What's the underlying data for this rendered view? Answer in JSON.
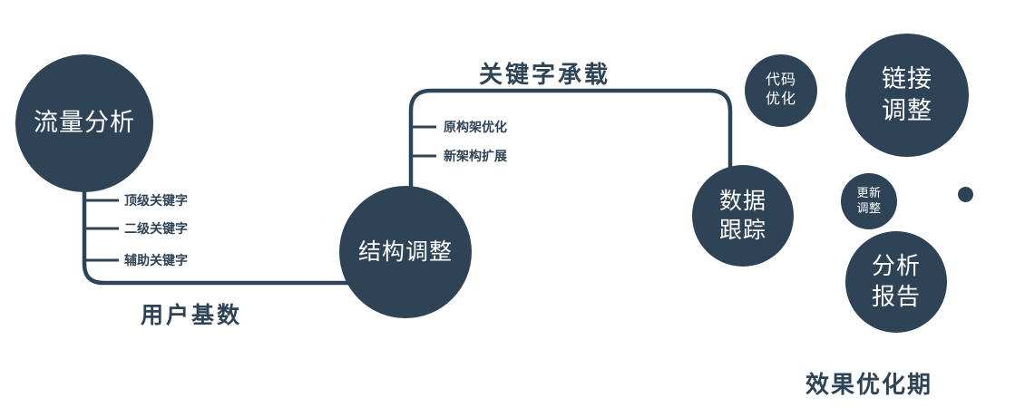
{
  "colors": {
    "accent": "#2e4456",
    "node_text": "#ffffff",
    "background": "#ffffff"
  },
  "nodes": {
    "traffic_analysis": {
      "label": "流量分析"
    },
    "structure_adjustment": {
      "label": "结构调整"
    },
    "data_tracking": {
      "line1": "数据",
      "line2": "跟踪"
    },
    "code_optimization": {
      "line1": "代码",
      "line2": "优化"
    },
    "link_adjustment": {
      "line1": "链接",
      "line2": "调整"
    },
    "update_adjustment": {
      "line1": "更新",
      "line2": "调整"
    },
    "analysis_report": {
      "line1": "分析",
      "line2": "报告"
    }
  },
  "edge_labels": {
    "user_base": "用户基数",
    "keyword_carry": "关键字承载"
  },
  "branches": {
    "traffic": [
      "顶级关键字",
      "二级关键字",
      "辅助关键字"
    ],
    "structure": [
      "原构架优化",
      "新架构扩展"
    ]
  },
  "caption": "效果优化期"
}
